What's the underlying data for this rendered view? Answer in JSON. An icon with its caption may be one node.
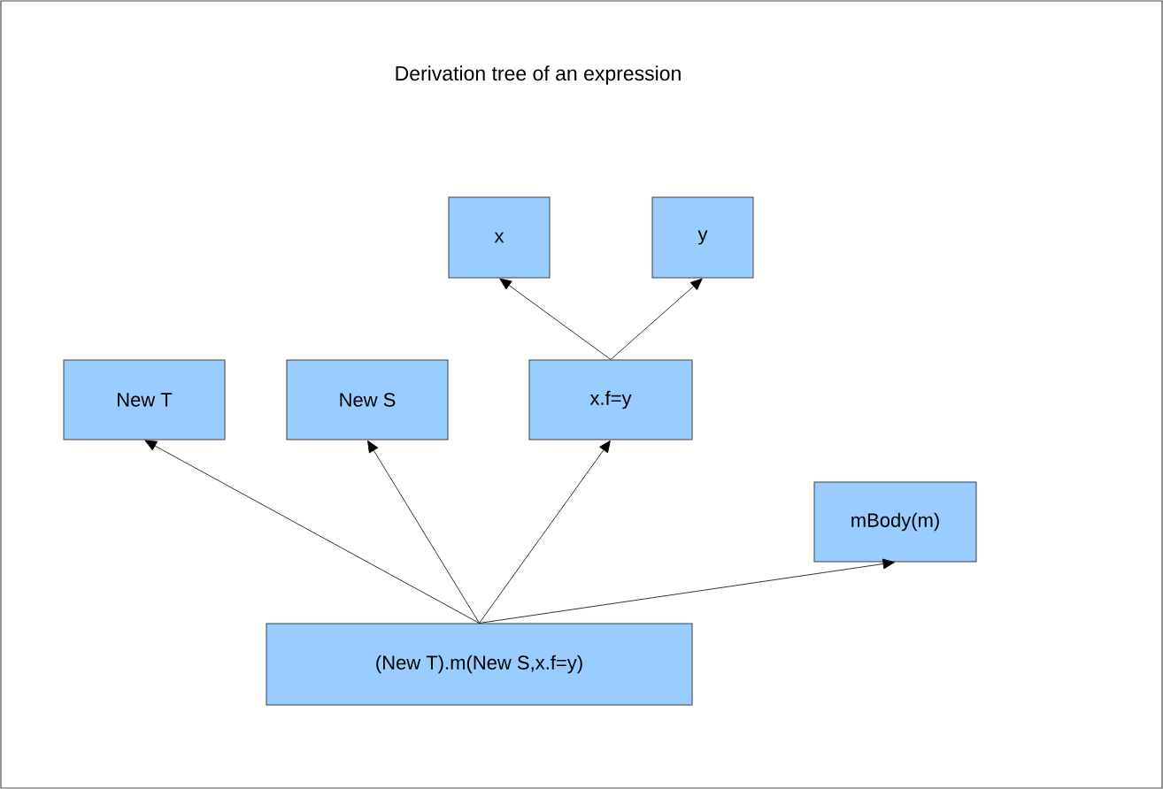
{
  "diagram": {
    "title": "Derivation tree of an expression",
    "nodes": [
      {
        "text": [
          "x"
        ]
      },
      {
        "text": [
          "y"
        ]
      },
      {
        "text": [
          "New T"
        ]
      },
      {
        "text": [
          "New S"
        ]
      },
      {
        "text": [
          "x.f=y"
        ]
      },
      {
        "text": [
          "mBody(m)"
        ]
      },
      {
        "text": [
          "(New T).m(New S,x.f=y)"
        ]
      }
    ],
    "edges": [
      {
        "from": 4,
        "to": 0,
        "arrow": "to"
      },
      {
        "from": 4,
        "to": 1,
        "arrow": "to"
      },
      {
        "from": 6,
        "to": 2,
        "arrow": "to"
      },
      {
        "from": 6,
        "to": 3,
        "arrow": "to"
      },
      {
        "from": 6,
        "to": 4,
        "arrow": "to"
      },
      {
        "from": 6,
        "to": 5,
        "arrow": "to"
      }
    ]
  }
}
